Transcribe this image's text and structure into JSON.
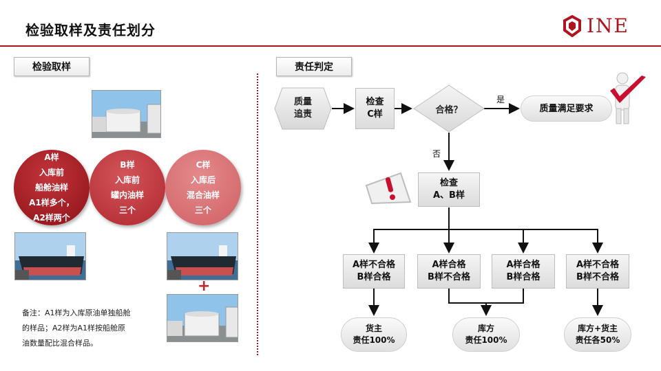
{
  "header": {
    "title": "检验取样及责任划分",
    "logo_text": "INE"
  },
  "left_panel": {
    "label": "检验取样",
    "samples": [
      {
        "lines": [
          "A样",
          "入库前",
          "船舱油样",
          "A1样多个，",
          "A2样两个"
        ]
      },
      {
        "lines": [
          "B样",
          "入库前",
          "罐内油样",
          "三个"
        ]
      },
      {
        "lines": [
          "C样",
          "入库后",
          "混合油样",
          "三个"
        ]
      }
    ],
    "plus": "+",
    "note": "备注：A1样为入库原油单独船舱的样品；A2样为A1样按船舱原油数量配比混合样品。"
  },
  "right_panel": {
    "label": "责任判定",
    "nodes": {
      "start": [
        "质量",
        "追责"
      ],
      "check_c": [
        "检查",
        "C样"
      ],
      "decision": "合格？",
      "satisfied": "质量满足要求",
      "check_ab": [
        "检查",
        "A、B样"
      ]
    },
    "edge_labels": {
      "yes": "是",
      "no": "否"
    },
    "cases": [
      {
        "lines": [
          "A样不合格",
          "B样合格"
        ]
      },
      {
        "lines": [
          "A样合格",
          "B样不合格"
        ]
      },
      {
        "lines": [
          "A样合格",
          "B样合格"
        ]
      },
      {
        "lines": [
          "A样不合格",
          "B样不合格"
        ]
      }
    ],
    "outcomes": [
      {
        "lines": [
          "货主",
          "责任100%"
        ]
      },
      {
        "lines": [
          "库方",
          "责任100%"
        ]
      },
      {
        "lines": [
          "库方+货主",
          "责任各50%"
        ]
      }
    ]
  },
  "colors": {
    "accent": "#b0151f"
  }
}
